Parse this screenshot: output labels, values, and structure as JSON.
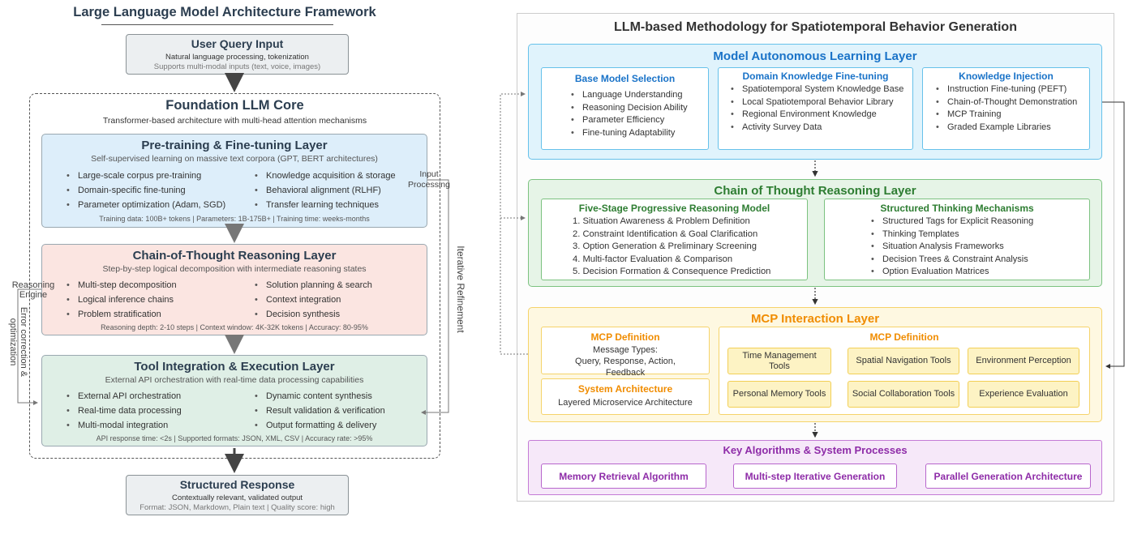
{
  "left": {
    "title": "Large Language Model Architecture Framework",
    "query": {
      "title": "User Query Input",
      "line1": "Natural language processing, tokenization",
      "line2": "Supports multi-modal inputs (text, voice, images)"
    },
    "core": {
      "title": "Foundation LLM Core",
      "subtitle": "Transformer-based architecture with multi-head attention mechanisms"
    },
    "pretrain": {
      "title": "Pre-training & Fine-tuning Layer",
      "subtitle": "Self-supervised learning on massive text corpora (GPT, BERT architectures)",
      "col1": [
        "Large-scale corpus pre-training",
        "Domain-specific fine-tuning",
        "Parameter optimization (Adam, SGD)"
      ],
      "col2": [
        "Knowledge acquisition & storage",
        "Behavioral alignment (RLHF)",
        "Transfer learning techniques"
      ],
      "footer": "Training data: 100B+ tokens | Parameters: 1B-175B+ | Training time: weeks-months"
    },
    "cot": {
      "title": "Chain-of-Thought Reasoning Layer",
      "subtitle": "Step-by-step logical decomposition with intermediate reasoning states",
      "col1": [
        "Multi-step decomposition",
        "Logical inference chains",
        "Problem stratification"
      ],
      "col2": [
        "Solution planning & search",
        "Context integration",
        "Decision synthesis"
      ],
      "footer": "Reasoning depth: 2-10 steps | Context window: 4K-32K tokens | Accuracy: 80-95%"
    },
    "tool": {
      "title": "Tool Integration & Execution Layer",
      "subtitle": "External API orchestration with real-time data processing capabilities",
      "col1": [
        "External API orchestration",
        "Real-time data processing",
        "Multi-modal integration"
      ],
      "col2": [
        "Dynamic content synthesis",
        "Result validation & verification",
        "Output formatting & delivery"
      ],
      "footer": "API response time: <2s | Supported formats: JSON, XML, CSV | Accuracy rate: >95%"
    },
    "response": {
      "title": "Structured Response",
      "line1": "Contextually relevant, validated output",
      "line2": "Format: JSON, Markdown, Plain text | Quality score: high"
    },
    "labels": {
      "input_processing_1": "Input",
      "input_processing_2": "Processing",
      "iterative": "Iterative Refinement",
      "reasoning_1": "Reasoning",
      "reasoning_2": "Engine",
      "error_1": "Error correction &",
      "error_2": "optimization"
    }
  },
  "right": {
    "title": "LLM-based Methodology for Spatiotemporal Behavior Generation",
    "autonomous": {
      "title": "Model Autonomous Learning Layer",
      "base": {
        "title": "Base Model Selection",
        "items": [
          "Language Understanding",
          "Reasoning Decision Ability",
          "Parameter Efficiency",
          "Fine-tuning Adaptability"
        ]
      },
      "domain": {
        "title": "Domain Knowledge Fine-tuning",
        "items": [
          "Spatiotemporal System Knowledge Base",
          "Local Spatiotemporal Behavior Library",
          "Regional Environment Knowledge",
          "Activity Survey Data"
        ]
      },
      "injection": {
        "title": "Knowledge Injection",
        "items": [
          "Instruction Fine-tuning (PEFT)",
          "Chain-of-Thought Demonstration",
          "MCP Training",
          "Graded Example Libraries"
        ]
      }
    },
    "cot": {
      "title": "Chain of Thought Reasoning Layer",
      "five": {
        "title": "Five-Stage Progressive Reasoning Model",
        "items": [
          "1. Situation Awareness & Problem Definition",
          "2. Constraint Identification & Goal Clarification",
          "3. Option Generation & Preliminary Screening",
          "4. Multi-factor Evaluation & Comparison",
          "5. Decision Formation & Consequence Prediction"
        ]
      },
      "structured": {
        "title": "Structured Thinking Mechanisms",
        "items": [
          "Structured Tags for Explicit Reasoning",
          "Thinking Templates",
          "Situation Analysis Frameworks",
          "Decision Trees & Constraint Analysis",
          "Option Evaluation Matrices"
        ]
      }
    },
    "mcp": {
      "title": "MCP Interaction Layer",
      "def": {
        "title": "MCP Definition",
        "line1": "Message Types:",
        "line2": "Query, Response, Action,",
        "line3": "Feedback"
      },
      "arch": {
        "title": "System Architecture",
        "text": "Layered Microservice Architecture"
      },
      "tools_title": "MCP Definition",
      "tools": [
        "Time Management Tools",
        "Spatial Navigation Tools",
        "Environment Perception",
        "Personal Memory Tools",
        "Social Collaboration Tools",
        "Experience Evaluation"
      ]
    },
    "algo": {
      "title": "Key Algorithms & System Processes",
      "items": [
        "Memory Retrieval Algorithm",
        "Multi-step Iterative Generation",
        "Parallel Generation Architecture"
      ]
    }
  },
  "colors": {
    "blue_fill": "#ddeefa",
    "red_fill": "#fbe5e1",
    "green_fill": "#dfefe6",
    "gray_fill": "#eceff1",
    "r_blue": "#1a73c8",
    "r_green": "#2e7d32",
    "r_orange": "#f08c00",
    "r_purple": "#8e2ca8"
  }
}
